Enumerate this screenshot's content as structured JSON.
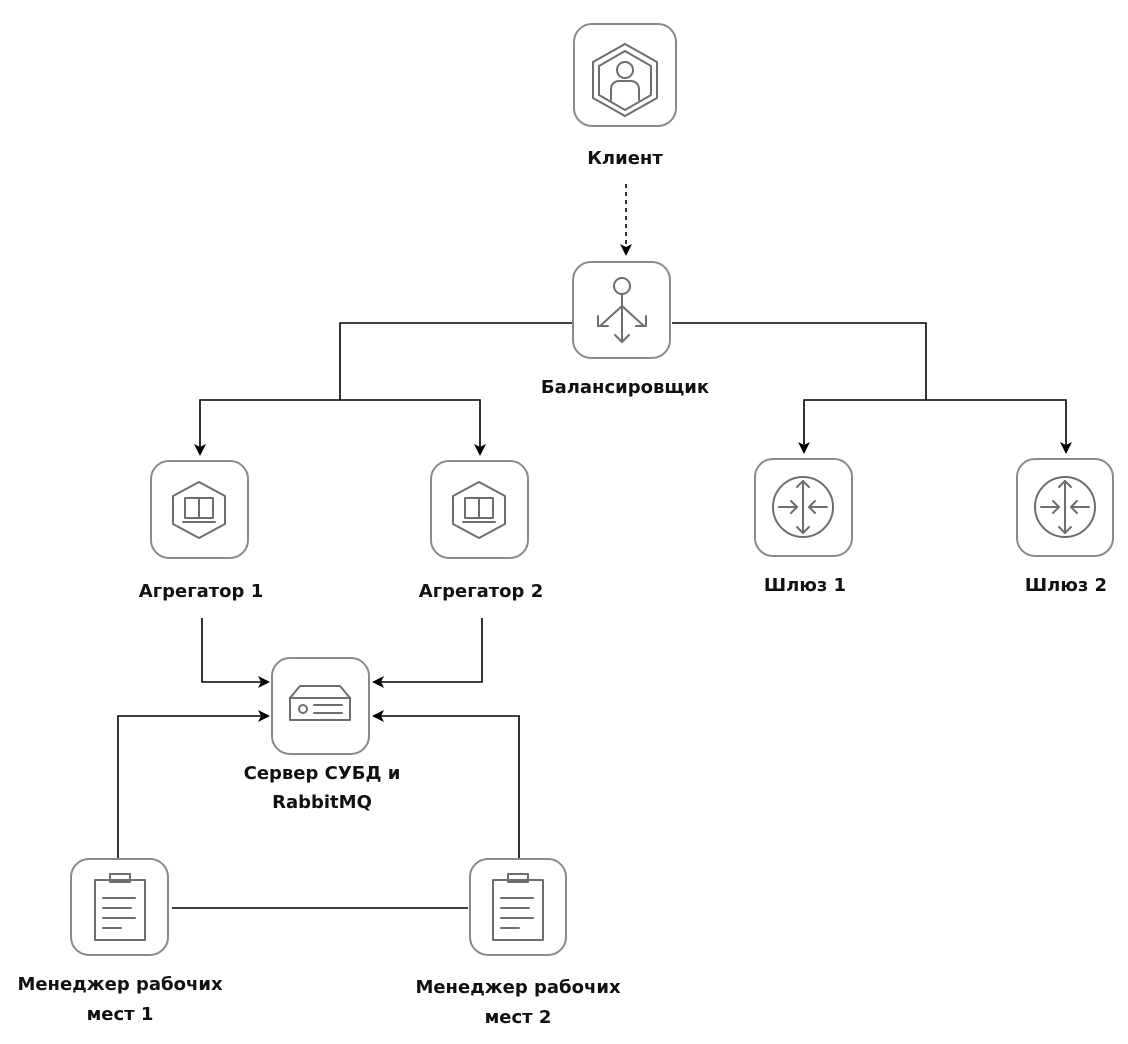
{
  "diagram": {
    "nodes": {
      "client": {
        "label": "Клиент",
        "icon": "user-hexagon-icon"
      },
      "balancer": {
        "label": "Балансировщик",
        "icon": "load-balancer-icon"
      },
      "agg1": {
        "label": "Агрегатор 1",
        "icon": "container-hexagon-icon"
      },
      "agg2": {
        "label": "Агрегатор 2",
        "icon": "container-hexagon-icon"
      },
      "gw1": {
        "label": "Шлюз 1",
        "icon": "router-icon"
      },
      "gw2": {
        "label": "Шлюз 2",
        "icon": "router-icon"
      },
      "db": {
        "label_line1": "Сервер СУБД и",
        "label_line2": "RabbitMQ",
        "icon": "server-icon"
      },
      "wm1": {
        "label_line1": "Менеджер рабочих",
        "label_line2": "мест 1",
        "icon": "clipboard-icon"
      },
      "wm2": {
        "label_line1": "Менеджер рабочих",
        "label_line2": "мест 2",
        "icon": "clipboard-icon"
      }
    },
    "edges": [
      {
        "from": "client",
        "to": "balancer",
        "style": "dashed"
      },
      {
        "from": "balancer",
        "to": "agg1",
        "style": "solid"
      },
      {
        "from": "balancer",
        "to": "agg2",
        "style": "solid"
      },
      {
        "from": "balancer",
        "to": "gw1",
        "style": "solid"
      },
      {
        "from": "balancer",
        "to": "gw2",
        "style": "solid"
      },
      {
        "from": "agg1",
        "to": "db",
        "style": "solid"
      },
      {
        "from": "agg2",
        "to": "db",
        "style": "solid"
      },
      {
        "from": "wm1",
        "to": "db",
        "style": "solid"
      },
      {
        "from": "wm2",
        "to": "db",
        "style": "solid"
      },
      {
        "from": "wm1",
        "to": "wm2",
        "style": "line"
      }
    ],
    "colors": {
      "box_stroke": "#8a8a8a",
      "icon_stroke": "#6e6e6e",
      "edge": "#000000"
    }
  }
}
